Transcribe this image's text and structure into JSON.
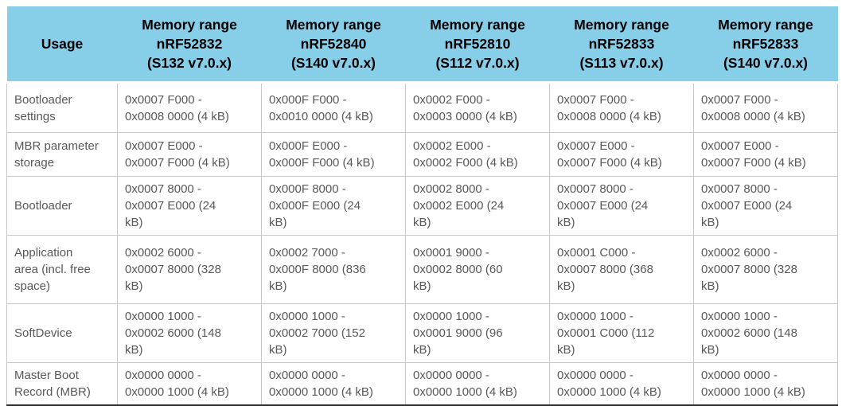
{
  "colors": {
    "header_background": "#87CEE9",
    "header_text": "#000000",
    "body_text": "#58585A",
    "cell_border": "#C8C8C8",
    "table_bottom_border": "#2F2F2F"
  },
  "table": {
    "header": [
      "Usage",
      "Memory range\nnRF52832\n(S132 v7.0.x)",
      "Memory range\nnRF52840\n(S140 v7.0.x)",
      "Memory range\nnRF52810\n(S112 v7.0.x)",
      "Memory range\nnRF52833\n(S113 v7.0.x)",
      "Memory range\nnRF52833\n(S140 v7.0.x)"
    ],
    "rows": [
      {
        "usage": "Bootloader\nsettings",
        "cells": [
          "0x0007 F000 -\n0x0008 0000 (4 kB)",
          "0x000F F000 -\n0x0010 0000 (4 kB)",
          "0x0002 F000 -\n0x0003 0000 (4 kB)",
          "0x0007 F000 -\n0x0008 0000 (4 kB)",
          "0x0007 F000 -\n0x0008 0000 (4 kB)"
        ]
      },
      {
        "usage": "MBR parameter\nstorage",
        "cells": [
          "0x0007 E000 -\n0x0007 F000 (4 kB)",
          "0x000F E000 -\n0x000F F000 (4 kB)",
          "0x0002 E000 -\n0x0002 F000 (4 kB)",
          "0x0007 E000 -\n0x0007 F000 (4 kB)",
          "0x0007 E000 -\n0x0007 F000 (4 kB)"
        ]
      },
      {
        "usage": "Bootloader",
        "cells": [
          "0x0007 8000 -\n0x0007 E000 (24\nkB)",
          "0x000F 8000 -\n0x000F E000 (24\nkB)",
          "0x0002 8000 -\n0x0002 E000 (24\nkB)",
          "0x0007 8000 -\n0x0007 E000 (24\nkB)",
          "0x0007 8000 -\n0x0007 E000 (24\nkB)"
        ]
      },
      {
        "usage": "Application\narea (incl. free\nspace)",
        "cells": [
          "0x0002 6000 -\n0x0007 8000 (328\nkB)",
          "0x0002 7000 -\n0x000F 8000 (836\nkB)",
          "0x0001 9000 -\n0x0002 8000 (60\nkB)",
          "0x0001 C000 -\n0x0007 8000 (368\nkB)",
          "0x0002 6000 -\n0x0007 8000 (328\nkB)"
        ]
      },
      {
        "usage": "SoftDevice",
        "cells": [
          "0x0000 1000 -\n0x0002 6000 (148\nkB)",
          "0x0000 1000 -\n0x0002 7000 (152\nkB)",
          "0x0000 1000 -\n0x0001 9000 (96\nkB)",
          "0x0000 1000 -\n0x0001 C000 (112\nkB)",
          "0x0000 1000 -\n0x0002 6000 (148\nkB)"
        ]
      },
      {
        "usage": "Master Boot\nRecord (MBR)",
        "cells": [
          "0x0000 0000 -\n0x0000 1000 (4 kB)",
          "0x0000 0000 -\n0x0000 1000 (4 kB)",
          "0x0000 0000 -\n0x0000 1000 (4 kB)",
          "0x0000 0000 -\n0x0000 1000 (4 kB)",
          "0x0000 0000 -\n0x0000 1000 (4 kB)"
        ]
      }
    ]
  }
}
